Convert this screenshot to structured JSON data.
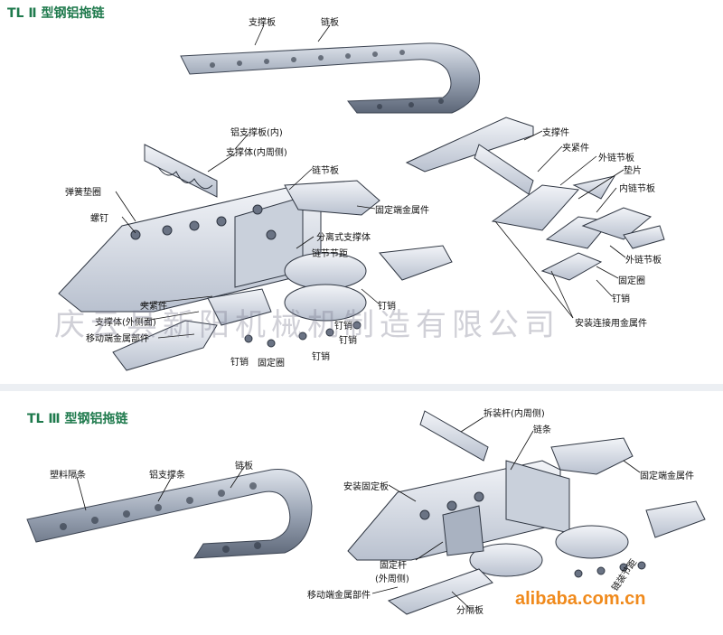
{
  "section1": {
    "title_prefix": "TL",
    "title_roman": "Ⅱ",
    "title_text": "型钢铝拖链",
    "labels": {
      "support_plate": "支撑板",
      "link_plate": "链板",
      "al_support_plate_inner": "铝支撑板(内)",
      "support_body_inner": "支撑体(内周侧)",
      "chain_plate": "链节板",
      "spring_washer": "弹簧垫圈",
      "screw": "螺钉",
      "fixed_end_metal": "固定端金属件",
      "separable_support": "分离式支撑体",
      "chain_pitch": "链节节距",
      "clamp": "夹紧件",
      "support_body_outer": "支撑体(外侧面)",
      "moving_end_metal": "移动端金属部件",
      "pin_1": "钉销",
      "pin_2": "钉销",
      "pin_3": "钉销",
      "pin_4": "钉销",
      "retaining_ring": "固定圈",
      "support_part": "支撑件",
      "clamp_part": "夹紧件",
      "outer_link_plate": "外链节板",
      "gasket": "垫片",
      "inner_link_plate": "内链节板",
      "outer_link_plate_2": "外链节板",
      "retaining_ring_2": "固定圈",
      "pin_5": "钉销",
      "install_metal": "安装连接用金属件"
    }
  },
  "section2": {
    "title_prefix": "TL",
    "title_roman": "Ⅲ",
    "title_text": "型钢铝拖链",
    "labels": {
      "plastic_divider": "塑料隔条",
      "al_support_bar": "铝支撑条",
      "link_plate": "链板",
      "removable_rod": "拆装杆(内周侧)",
      "chain": "链条",
      "mount_plate": "安装固定板",
      "fixed_end_metal": "固定端金属件",
      "fixed_rod": "固定杆",
      "fixed_rod_side": "(外周侧)",
      "moving_end_metal": "移动端金属部件",
      "separator": "分隔板",
      "chain_pitch": "链装节距"
    }
  },
  "watermark": "庆云县新阳机械机制造有限公司",
  "brand": "alibaba.com.cn"
}
